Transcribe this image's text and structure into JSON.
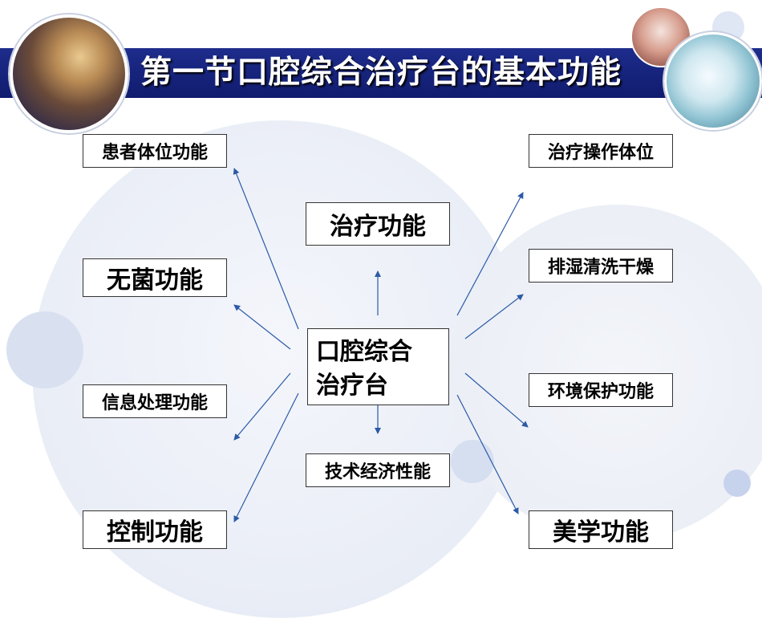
{
  "title": "第一节口腔综合治疗台的基本功能",
  "center": {
    "line1": "口腔综合",
    "line2": "治疗台"
  },
  "nodes": {
    "patient_position": "患者体位功能",
    "sterile": "无菌功能",
    "info_processing": "信息处理功能",
    "control": "控制功能",
    "treatment": "治疗功能",
    "tech_economic": "技术经济性能",
    "treatment_position": "治疗操作体位",
    "drain_clean_dry": "排湿清洗干燥",
    "environment": "环境保护功能",
    "aesthetic": "美学功能"
  },
  "colors": {
    "title_bar": "#15237a",
    "arrow": "#2b5aa6"
  }
}
